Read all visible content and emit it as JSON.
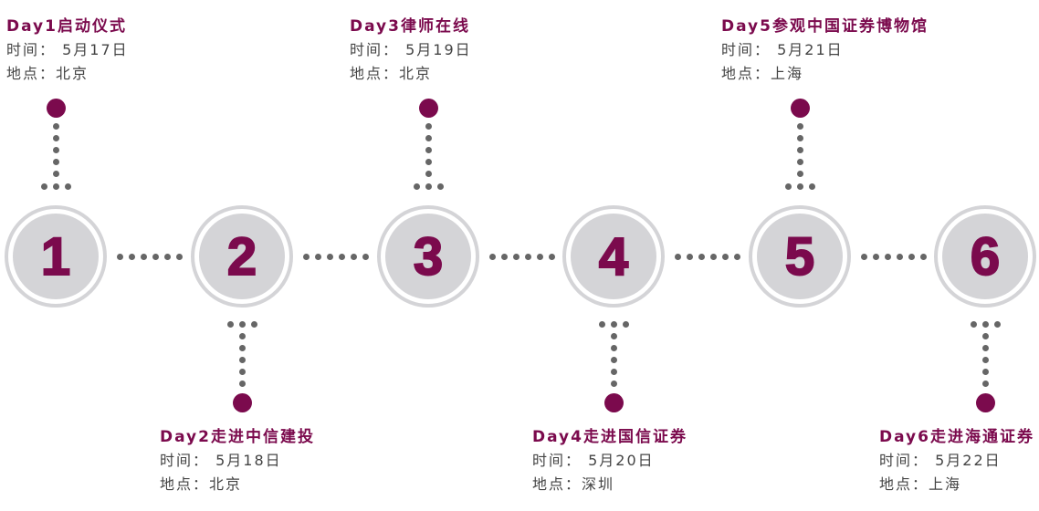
{
  "accent_color": "#7b0a4d",
  "steps": [
    {
      "number": "1",
      "title": "Day1启动仪式",
      "time_label": "时间：",
      "time": "5月17日",
      "place_label": "地点：",
      "place": "北京"
    },
    {
      "number": "2",
      "title": "Day2走进中信建投",
      "time_label": "时间：",
      "time": "5月18日",
      "place_label": "地点：",
      "place": "北京"
    },
    {
      "number": "3",
      "title": "Day3律师在线",
      "time_label": "时间：",
      "time": "5月19日",
      "place_label": "地点：",
      "place": "北京"
    },
    {
      "number": "4",
      "title": "Day4走进国信证券",
      "time_label": "时间：",
      "time": "5月20日",
      "place_label": "地点：",
      "place": "深圳"
    },
    {
      "number": "5",
      "title": "Day5参观中国证券博物馆",
      "time_label": "时间：",
      "time": "5月21日",
      "place_label": "地点：",
      "place": "上海"
    },
    {
      "number": "6",
      "title": "Day6走进海通证券",
      "time_label": "时间：",
      "time": "5月22日",
      "place_label": "地点：",
      "place": "上海"
    }
  ]
}
